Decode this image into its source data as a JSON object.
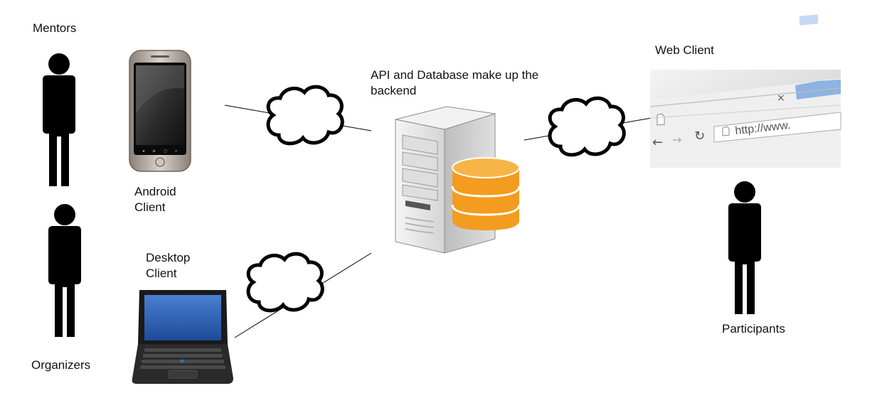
{
  "labels": {
    "mentors": "Mentors",
    "organizers": "Organizers",
    "participants": "Participants",
    "android_client_line1": "Android",
    "android_client_line2": "Client",
    "desktop_client_line1": "Desktop",
    "desktop_client_line2": "Client",
    "web_client": "Web Client",
    "backend_line1": "API and Database make up the",
    "backend_line2": "backend"
  },
  "browser": {
    "url_text": "http://www.",
    "close_glyph": "×"
  },
  "colors": {
    "person": "#000000",
    "cloud_stroke": "#000000",
    "database": "#f39c1f",
    "laptop_screen": "#2f5fb3",
    "server_body": "#e9e9e9"
  },
  "icons": {
    "person": "person-icon",
    "cloud": "cloud-icon",
    "phone": "android-phone-icon",
    "laptop": "laptop-icon",
    "server": "server-icon",
    "database": "database-icon",
    "browser": "web-browser-icon"
  }
}
